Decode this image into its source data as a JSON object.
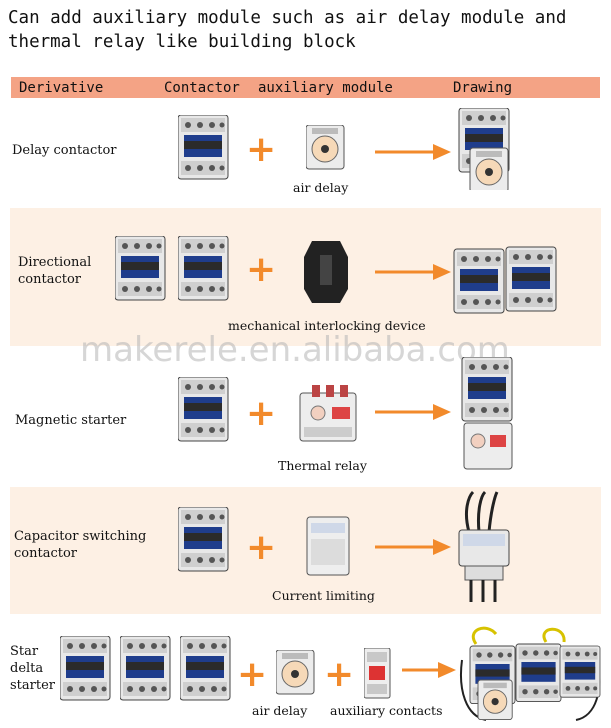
{
  "title": "Can add auxiliary module such as air delay module and thermal relay like building block",
  "header": {
    "col1": "Derivative",
    "col2": "Contactor",
    "col3": "auxiliary module",
    "col4": "Drawing"
  },
  "rows": [
    {
      "label": "Delay contactor",
      "caption": "air delay"
    },
    {
      "label": "Directional contactor",
      "caption": "mechanical interlocking device"
    },
    {
      "label": "Magnetic starter",
      "caption": "Thermal relay"
    },
    {
      "label": "Capacitor switching contactor",
      "caption": "Current limiting"
    },
    {
      "label": "Star delta starter",
      "caption1": "air delay",
      "caption2": "auxiliary contacts"
    }
  ],
  "watermark": "makerele.en.alibaba.com",
  "colors": {
    "header_bg": "#f4a385",
    "band_bg": "#fdf0e4",
    "accent": "#f28a2b"
  }
}
